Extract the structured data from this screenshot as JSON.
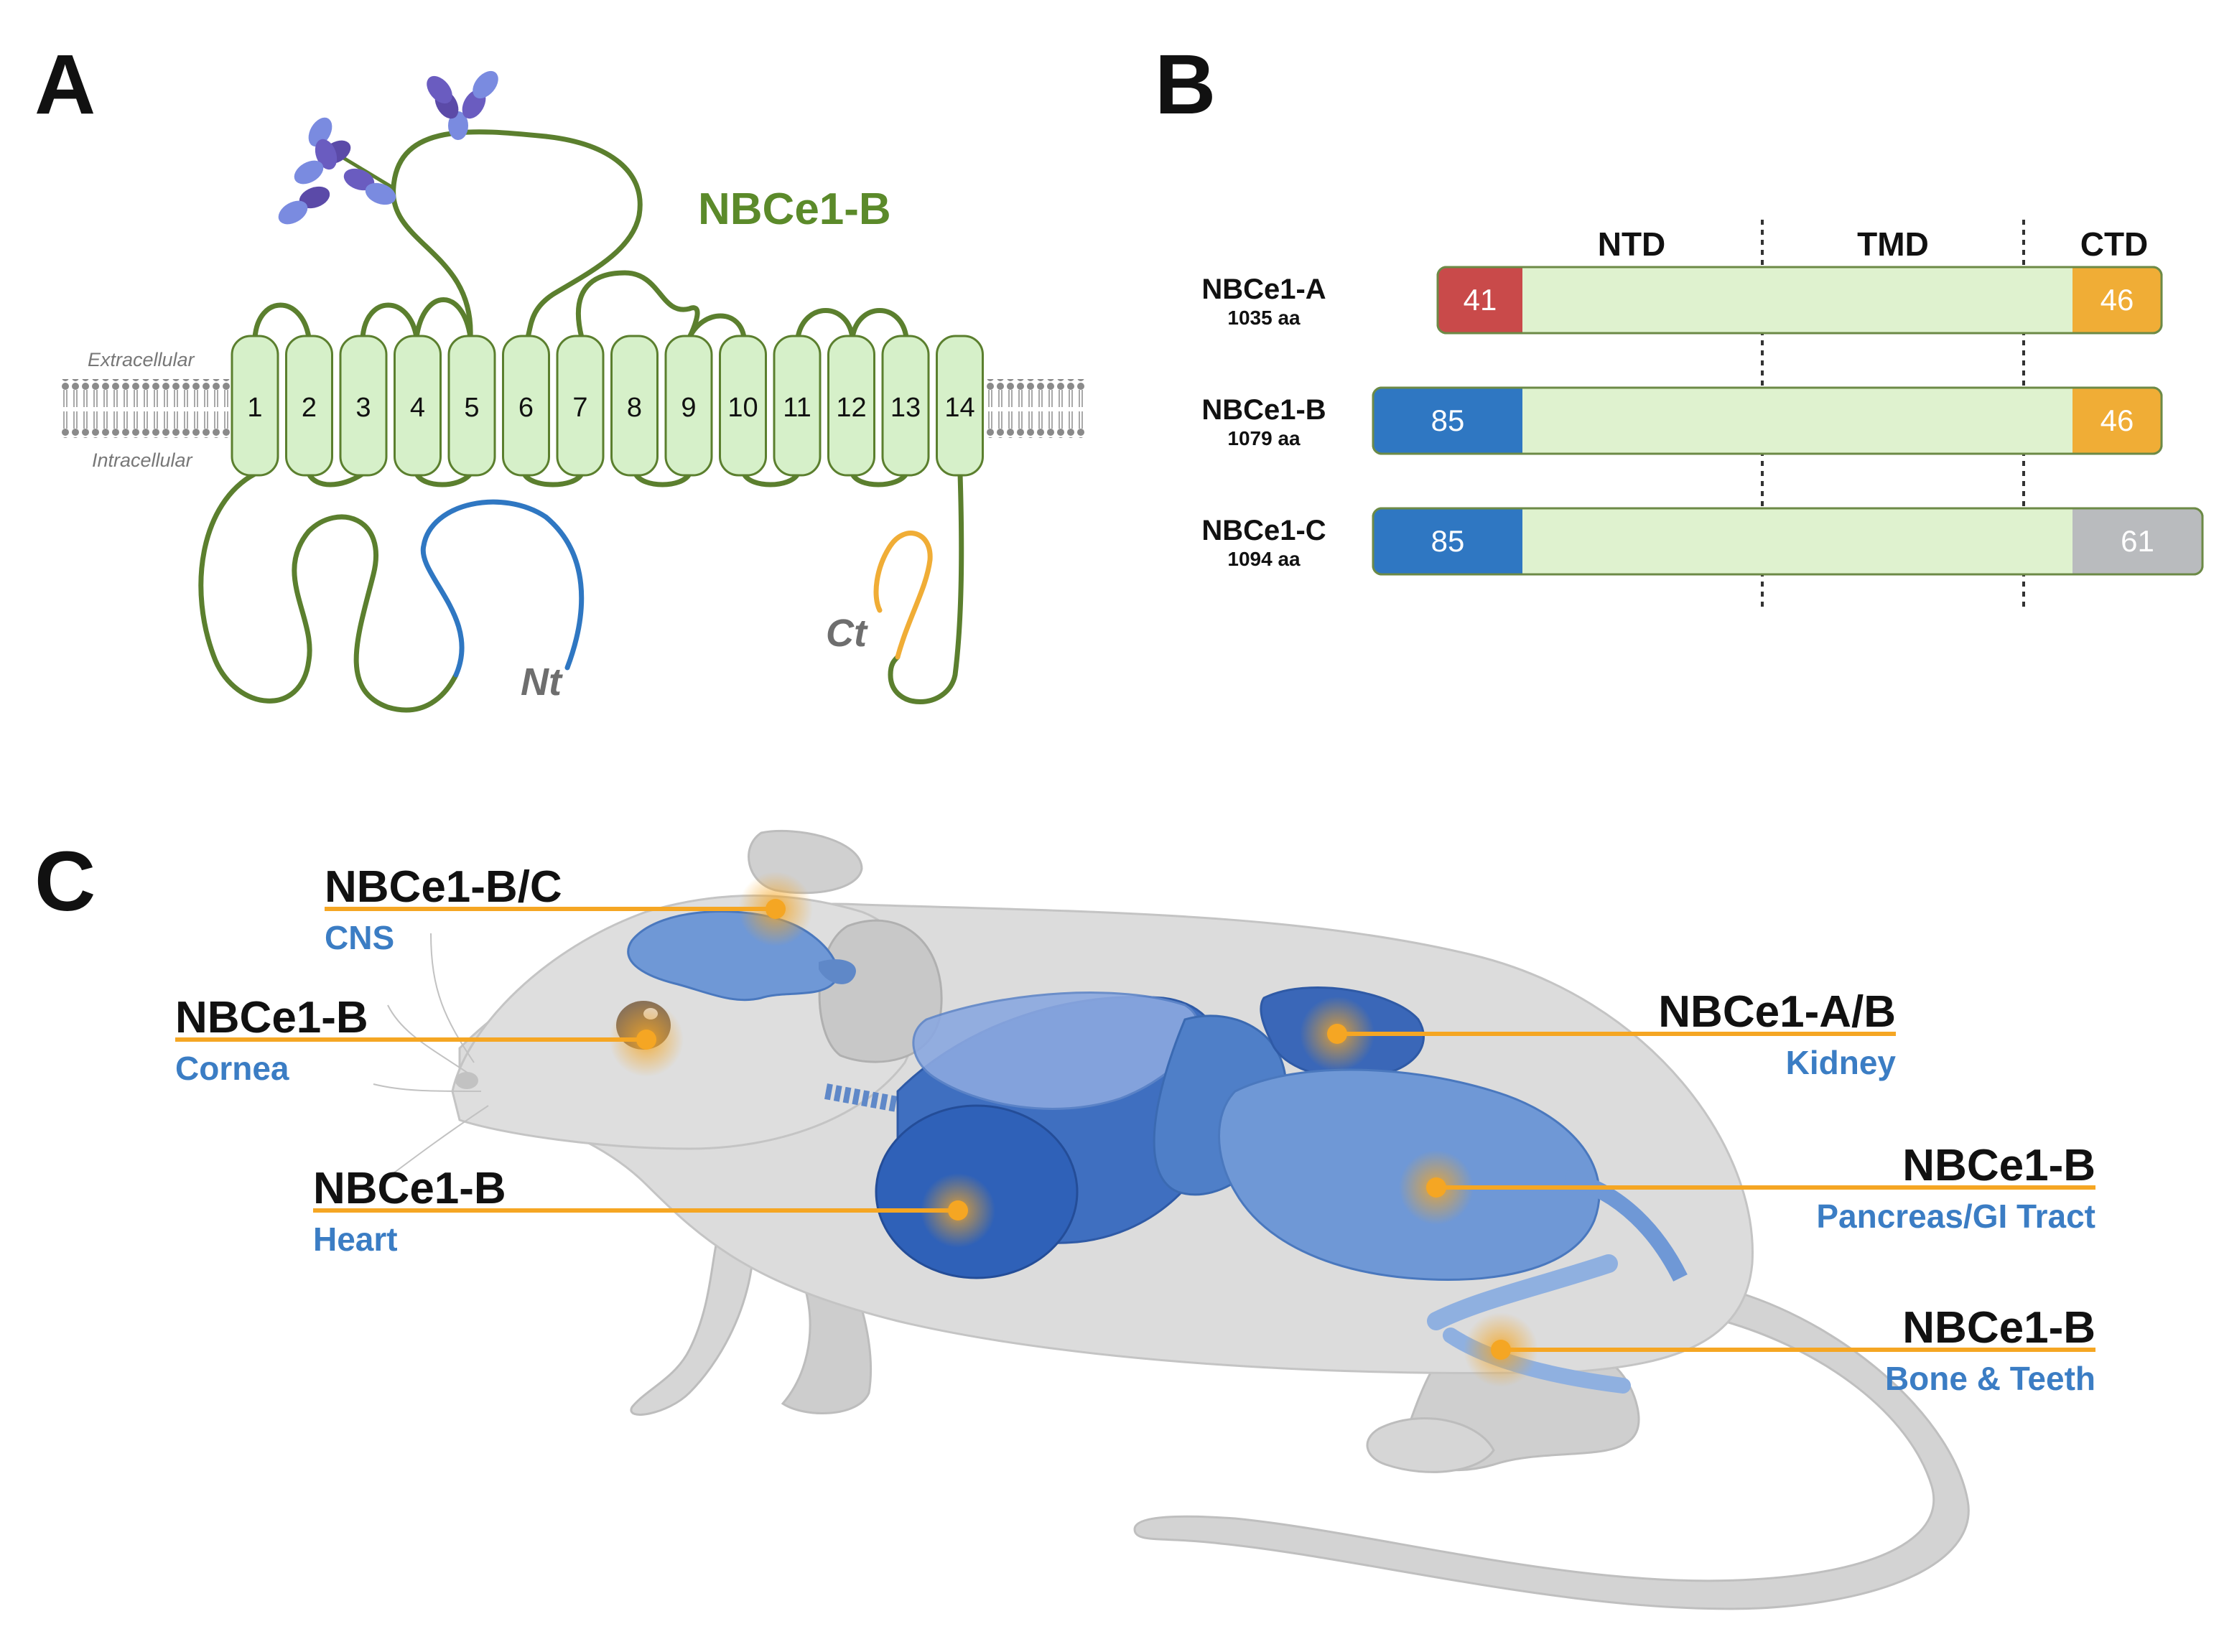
{
  "panels": {
    "a": {
      "letter": "A",
      "protein_label": "NBCe1-B",
      "extracellular_label": "Extracellular",
      "intracellular_label": "Intracellular",
      "helices": [
        "1",
        "2",
        "3",
        "4",
        "5",
        "6",
        "7",
        "8",
        "9",
        "10",
        "11",
        "12",
        "13",
        "14"
      ],
      "nt_label": "Nt",
      "ct_label": "Ct"
    },
    "b": {
      "letter": "B",
      "domain_headers": [
        "NTD",
        "TMD",
        "CTD"
      ],
      "variants": [
        {
          "name": "NBCe1-A",
          "length": "1035 aa",
          "nt_value": "41",
          "nt_color": "#c94a4a",
          "ct_value": "46",
          "ct_color": "#f0ad36"
        },
        {
          "name": "NBCe1-B",
          "length": "1079 aa",
          "nt_value": "85",
          "nt_color": "#2f77c2",
          "ct_value": "46",
          "ct_color": "#f0ad36"
        },
        {
          "name": "NBCe1-C",
          "length": "1094 aa",
          "nt_value": "85",
          "nt_color": "#2f77c2",
          "ct_value": "61",
          "ct_color": "#b9bbbe"
        }
      ]
    },
    "c": {
      "letter": "C",
      "callouts": [
        {
          "isoform": "NBCe1-B/C",
          "tissue": "CNS"
        },
        {
          "isoform": "NBCe1-B",
          "tissue": "Cornea"
        },
        {
          "isoform": "NBCe1-B",
          "tissue": "Heart"
        },
        {
          "isoform": "NBCe1-A/B",
          "tissue": "Kidney"
        },
        {
          "isoform": "NBCe1-B",
          "tissue": "Pancreas/GI Tract"
        },
        {
          "isoform": "NBCe1-B",
          "tissue": "Bone & Teeth"
        }
      ]
    }
  },
  "colors": {
    "protein_line": "#5b7f2e",
    "helix_fill": "#d6f0c9",
    "nterm_blue": "#2f77c2",
    "cterm_orange": "#f0ad36",
    "label_green": "#5b8a2a",
    "tissue_blue": "#3b7dc4",
    "callout_line": "#f5a623",
    "bar_body": "#dff2cf"
  }
}
